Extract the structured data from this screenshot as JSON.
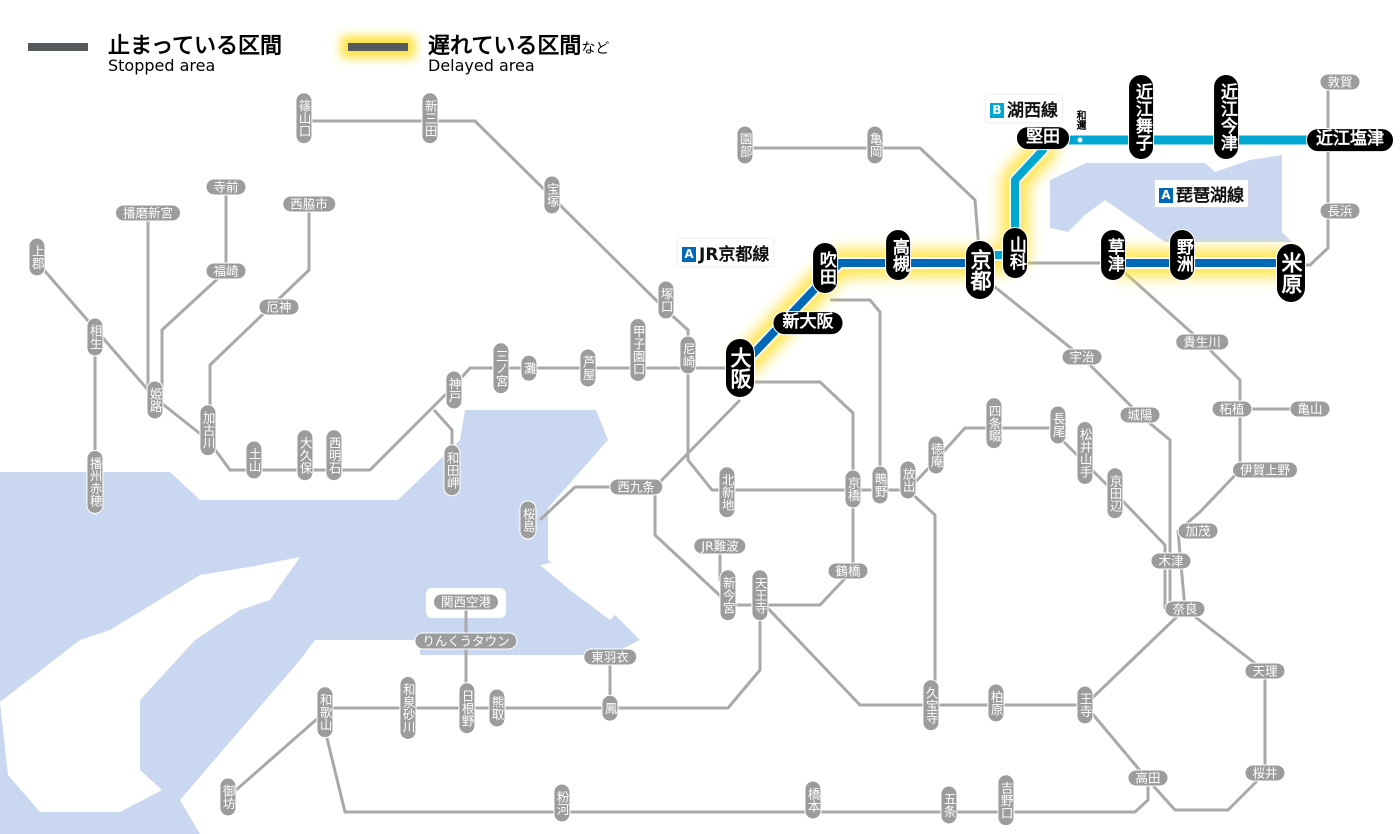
{
  "legend": {
    "stopped_jp": "止まっている区間",
    "stopped_en": "Stopped area",
    "delayed_jp": "遅れている区間",
    "delayed_suffix": "など",
    "delayed_en": "Delayed area"
  },
  "colors": {
    "stopped": "#555a5f",
    "delayed_glow": "#ffe23a",
    "jr_kyoto_line": "#0068b7",
    "kosei_line": "#00a7d0",
    "normal_line": "#a9a9a9",
    "water": "#c9d7f0"
  },
  "line_labels": [
    {
      "badge": "A",
      "name": "JR京都線",
      "color": "#0068b7"
    },
    {
      "badge": "B",
      "name": "湖西線",
      "color": "#00a7d0"
    },
    {
      "badge": "A",
      "name": "琵琶湖線",
      "color": "#0068b7"
    }
  ],
  "minor_station": "和邇",
  "stations": [
    {
      "name": "篠山口",
      "affected": false
    },
    {
      "name": "新三田",
      "affected": false
    },
    {
      "name": "宝塚",
      "affected": false
    },
    {
      "name": "塚口",
      "affected": false
    },
    {
      "name": "尼崎",
      "affected": false
    },
    {
      "name": "甲子園口",
      "affected": false
    },
    {
      "name": "芦屋",
      "affected": false
    },
    {
      "name": "灘",
      "affected": false
    },
    {
      "name": "三ノ宮",
      "affected": false
    },
    {
      "name": "神戸",
      "affected": false
    },
    {
      "name": "和田岬",
      "affected": false
    },
    {
      "name": "西明石",
      "affected": false
    },
    {
      "name": "大久保",
      "affected": false
    },
    {
      "name": "土山",
      "affected": false
    },
    {
      "name": "加古川",
      "affected": false
    },
    {
      "name": "厄神",
      "affected": false
    },
    {
      "name": "西脇市",
      "affected": false
    },
    {
      "name": "寺前",
      "affected": false
    },
    {
      "name": "福崎",
      "affected": false
    },
    {
      "name": "播磨新宮",
      "affected": false
    },
    {
      "name": "姫路",
      "affected": false
    },
    {
      "name": "相生",
      "affected": false
    },
    {
      "name": "上郡",
      "affected": false
    },
    {
      "name": "播州赤穂",
      "affected": false
    },
    {
      "name": "園部",
      "affected": false
    },
    {
      "name": "亀岡",
      "affected": false
    },
    {
      "name": "北新地",
      "affected": false
    },
    {
      "name": "西九条",
      "affected": false
    },
    {
      "name": "桜島",
      "affected": false
    },
    {
      "name": "京橋",
      "affected": false
    },
    {
      "name": "鴫野",
      "affected": false
    },
    {
      "name": "放出",
      "affected": false
    },
    {
      "name": "徳庵",
      "affected": false
    },
    {
      "name": "四条畷",
      "affected": false
    },
    {
      "name": "長尾",
      "affected": false
    },
    {
      "name": "松井山手",
      "affected": false
    },
    {
      "name": "京田辺",
      "affected": false
    },
    {
      "name": "JR難波",
      "affected": false
    },
    {
      "name": "新今宮",
      "affected": false
    },
    {
      "name": "天王寺",
      "affected": false
    },
    {
      "name": "鶴橋",
      "affected": false
    },
    {
      "name": "関西空港",
      "affected": false
    },
    {
      "name": "りんくうタウン",
      "affected": false
    },
    {
      "name": "東羽衣",
      "affected": false
    },
    {
      "name": "鳳",
      "affected": false
    },
    {
      "name": "熊取",
      "affected": false
    },
    {
      "name": "日根野",
      "affected": false
    },
    {
      "name": "和泉砂川",
      "affected": false
    },
    {
      "name": "和歌山",
      "affected": false
    },
    {
      "name": "御坊",
      "affected": false
    },
    {
      "name": "粉河",
      "affected": false
    },
    {
      "name": "橋本",
      "affected": false
    },
    {
      "name": "五条",
      "affected": false
    },
    {
      "name": "吉野口",
      "affected": false
    },
    {
      "name": "高田",
      "affected": false
    },
    {
      "name": "王寺",
      "affected": false
    },
    {
      "name": "柏原",
      "affected": false
    },
    {
      "name": "久宝寺",
      "affected": false
    },
    {
      "name": "奈良",
      "affected": false
    },
    {
      "name": "木津",
      "affected": false
    },
    {
      "name": "加茂",
      "affected": false
    },
    {
      "name": "伊賀上野",
      "affected": false
    },
    {
      "name": "柘植",
      "affected": false
    },
    {
      "name": "亀山",
      "affected": false
    },
    {
      "name": "城陽",
      "affected": false
    },
    {
      "name": "宇治",
      "affected": false
    },
    {
      "name": "貴生川",
      "affected": false
    },
    {
      "name": "長浜",
      "affected": false
    },
    {
      "name": "敦賀",
      "affected": false
    },
    {
      "name": "天理",
      "affected": false
    },
    {
      "name": "桜井",
      "affected": false
    },
    {
      "name": "大阪",
      "affected": true
    },
    {
      "name": "新大阪",
      "affected": true
    },
    {
      "name": "吹田",
      "affected": true
    },
    {
      "name": "高槻",
      "affected": true
    },
    {
      "name": "京都",
      "affected": true
    },
    {
      "name": "山科",
      "affected": true
    },
    {
      "name": "草津",
      "affected": true
    },
    {
      "name": "野洲",
      "affected": true
    },
    {
      "name": "米原",
      "affected": true
    },
    {
      "name": "堅田",
      "affected": true
    },
    {
      "name": "近江舞子",
      "affected": true
    },
    {
      "name": "近江今津",
      "affected": true
    },
    {
      "name": "近江塩津",
      "affected": true
    }
  ]
}
